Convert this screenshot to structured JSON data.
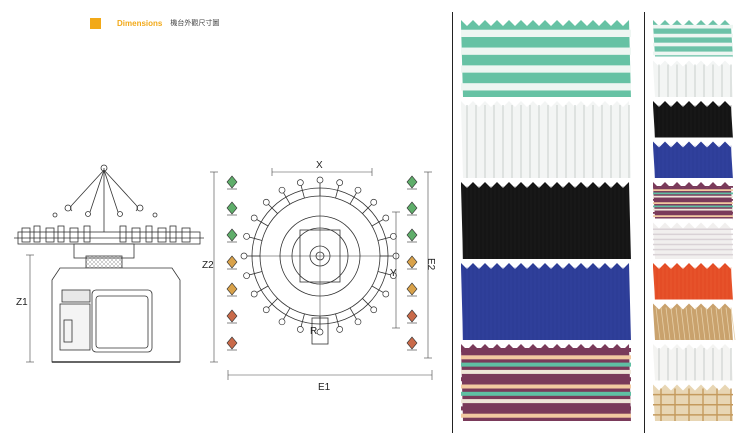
{
  "header": {
    "title": "Dimensions",
    "subtitle": "機台外觀尺寸圖",
    "accent_color": "#f2a918",
    "title_color": "#f2a918"
  },
  "drawing": {
    "labels": {
      "z1": "Z1",
      "z2": "Z2",
      "x": "X",
      "y": "Y",
      "r": "R",
      "e1": "E1",
      "e2": "E2"
    }
  },
  "fabric_panels": {
    "left": [
      {
        "name": "green-stripe",
        "colors": [
          "#66c2a4",
          "#eef6f2"
        ]
      },
      {
        "name": "white-rib",
        "colors": [
          "#f3f5f4",
          "#cfd6d3"
        ]
      },
      {
        "name": "black",
        "colors": [
          "#151515",
          "#2a2a2a"
        ]
      },
      {
        "name": "royal-blue",
        "colors": [
          "#2d3d97",
          "#3a4aa8"
        ]
      },
      {
        "name": "multi-stripe",
        "colors": [
          "#7a3a5a",
          "#f2c9a0",
          "#5fbfa3",
          "#efe6d8"
        ]
      }
    ],
    "right": [
      {
        "name": "green-stripe",
        "colors": [
          "#6cc2a8",
          "#eef6f2"
        ]
      },
      {
        "name": "white-rib",
        "colors": [
          "#f3f5f4",
          "#cfd6d3"
        ]
      },
      {
        "name": "black",
        "colors": [
          "#141414",
          "#262626"
        ]
      },
      {
        "name": "royal-blue",
        "colors": [
          "#2e3e99",
          "#3b4bab"
        ]
      },
      {
        "name": "multi-stripe",
        "colors": [
          "#7a3a5a",
          "#f2c9a0",
          "#5fbfa3",
          "#efe6d8"
        ]
      },
      {
        "name": "white-weave",
        "colors": [
          "#f1efee",
          "#d9d2d6"
        ]
      },
      {
        "name": "orange-red",
        "colors": [
          "#e44d26",
          "#ee6a3c"
        ]
      },
      {
        "name": "tan-mesh",
        "colors": [
          "#c9a26d",
          "#e6cfa8"
        ]
      },
      {
        "name": "white-rib-2",
        "colors": [
          "#f4f4f2",
          "#cfd3d0"
        ]
      },
      {
        "name": "beige-plaid",
        "colors": [
          "#e8d6b4",
          "#c49a5d"
        ]
      }
    ]
  }
}
